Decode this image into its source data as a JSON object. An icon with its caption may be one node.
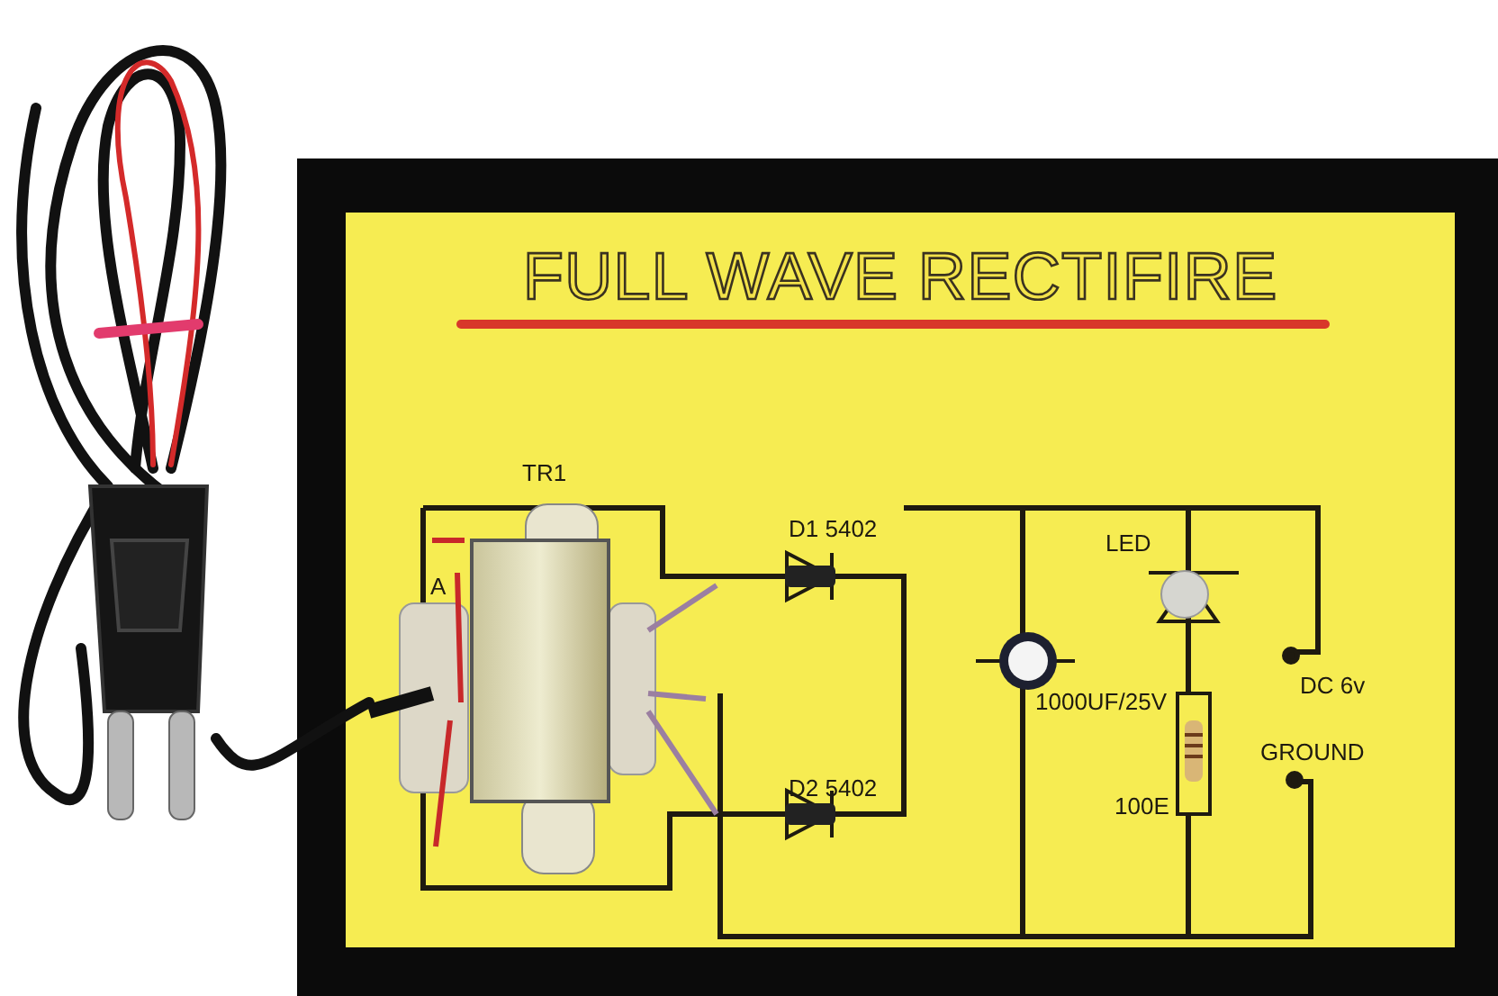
{
  "diagram": {
    "title": "FULL WAVE RECTIFIRE",
    "labels": [
      "TR1",
      "D1 5402",
      "LED",
      "A",
      "DC 6v",
      "1000UF/25V",
      "GROUND",
      "D2 5402",
      "100E"
    ]
  }
}
